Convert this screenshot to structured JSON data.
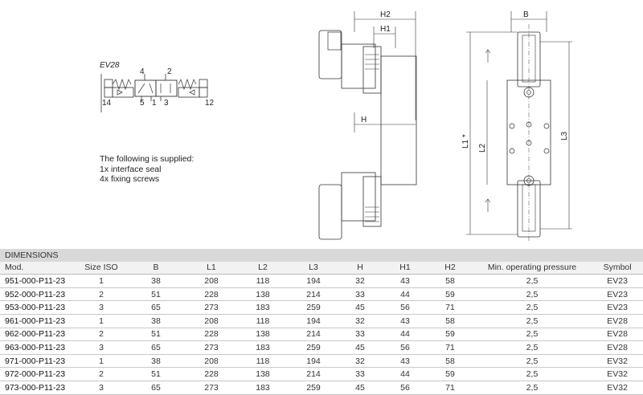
{
  "symbol_label": "EV28",
  "port_labels": {
    "p14": "14",
    "p4": "4",
    "p2": "2",
    "p5": "5",
    "p1": "1",
    "p3": "3",
    "p12": "12"
  },
  "dim_labels": {
    "H2": "H2",
    "H1": "H1",
    "H": "H",
    "B": "B",
    "L1": "L1 *",
    "L2": "L2",
    "L3": "L3"
  },
  "supplied": {
    "heading": "The following is supplied:",
    "item1": "1x  interface seal",
    "item2": "4x  fixing screws"
  },
  "table": {
    "title": "DIMENSIONS",
    "columns": [
      "Mod.",
      "Size ISO",
      "B",
      "L1",
      "L2",
      "L3",
      "H",
      "H1",
      "H2",
      "Min. operating pressure",
      "Symbol"
    ],
    "rows": [
      [
        "951-000-P11-23",
        "1",
        "38",
        "208",
        "118",
        "194",
        "32",
        "43",
        "58",
        "2,5",
        "EV23"
      ],
      [
        "952-000-P11-23",
        "2",
        "51",
        "228",
        "138",
        "214",
        "33",
        "44",
        "59",
        "2,5",
        "EV23"
      ],
      [
        "953-000-P11-23",
        "3",
        "65",
        "273",
        "183",
        "259",
        "45",
        "56",
        "71",
        "2,5",
        "EV23"
      ],
      [
        "961-000-P11-23",
        "1",
        "38",
        "208",
        "118",
        "194",
        "32",
        "43",
        "58",
        "2,5",
        "EV28"
      ],
      [
        "962-000-P11-23",
        "2",
        "51",
        "228",
        "138",
        "214",
        "33",
        "44",
        "59",
        "2,5",
        "EV28"
      ],
      [
        "963-000-P11-23",
        "3",
        "65",
        "273",
        "183",
        "259",
        "45",
        "56",
        "71",
        "2,5",
        "EV28"
      ],
      [
        "971-000-P11-23",
        "1",
        "38",
        "208",
        "118",
        "194",
        "32",
        "43",
        "58",
        "2,5",
        "EV32"
      ],
      [
        "972-000-P11-23",
        "2",
        "51",
        "228",
        "138",
        "214",
        "33",
        "44",
        "59",
        "2,5",
        "EV32"
      ],
      [
        "973-000-P11-23",
        "3",
        "65",
        "273",
        "183",
        "259",
        "45",
        "56",
        "71",
        "2,5",
        "EV32"
      ]
    ]
  }
}
